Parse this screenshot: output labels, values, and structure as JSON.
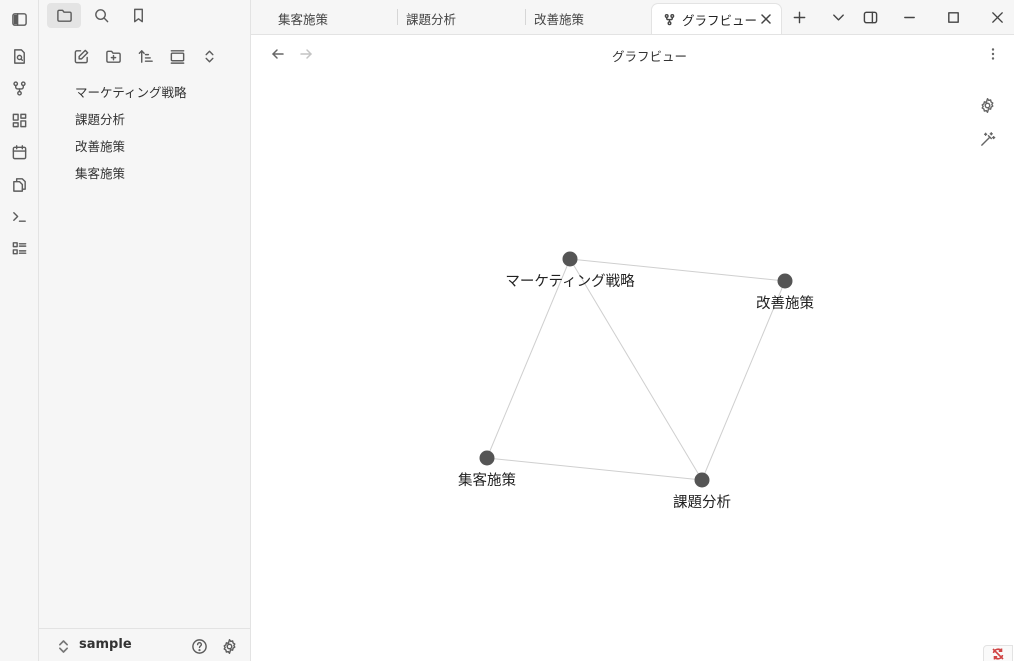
{
  "sidebar": {
    "files": [
      "マーケティング戦略",
      "課題分析",
      "改善施策",
      "集客施策"
    ],
    "vault_name": "sample"
  },
  "tabs": [
    {
      "label": "集客施策"
    },
    {
      "label": "課題分析"
    },
    {
      "label": "改善施策"
    },
    {
      "label": "グラフビュー"
    }
  ],
  "view": {
    "title": "グラフビュー"
  },
  "graph": {
    "nodes": [
      {
        "id": "marketing",
        "label": "マーケティング戦略"
      },
      {
        "id": "improve",
        "label": "改善施策"
      },
      {
        "id": "attract",
        "label": "集客施策"
      },
      {
        "id": "issues",
        "label": "課題分析"
      }
    ],
    "edges": [
      [
        "marketing",
        "improve"
      ],
      [
        "marketing",
        "attract"
      ],
      [
        "marketing",
        "issues"
      ],
      [
        "improve",
        "issues"
      ],
      [
        "attract",
        "issues"
      ]
    ],
    "node_color": "#555555",
    "edge_color": "#cfcfcf"
  }
}
